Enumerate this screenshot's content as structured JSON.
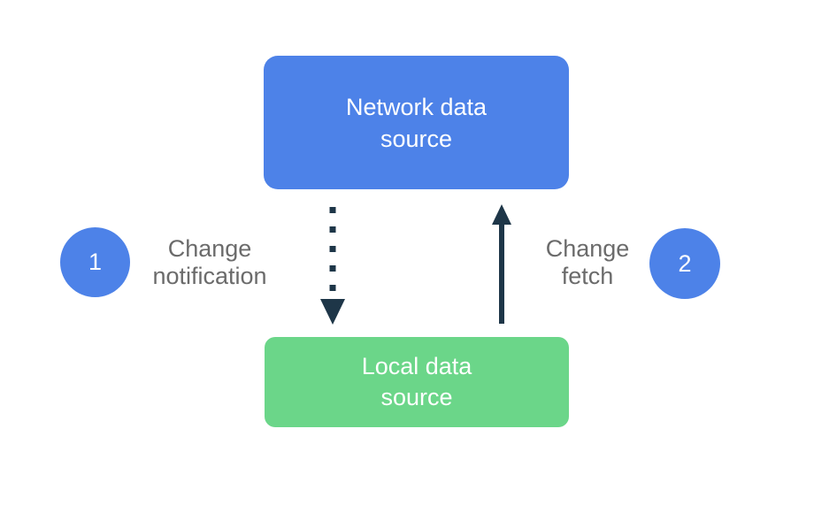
{
  "diagram": {
    "boxes": {
      "network": {
        "label": "Network data\nsource",
        "color": "#4d82e8",
        "text_color": "#ffffff"
      },
      "local": {
        "label": "Local data\nsource",
        "color": "#6bd689",
        "text_color": "#ffffff"
      }
    },
    "steps": [
      {
        "number": "1",
        "label": "Change\nnotification",
        "badge_color": "#4d82e8"
      },
      {
        "number": "2",
        "label": "Change\nfetch",
        "badge_color": "#4d82e8"
      }
    ],
    "arrows": [
      {
        "name": "change-notification-arrow",
        "style": "dotted",
        "direction": "down",
        "from": "Network data source",
        "to": "Local data source",
        "color": "#1e3648"
      },
      {
        "name": "change-fetch-arrow",
        "style": "solid",
        "direction": "up",
        "from": "Local data source",
        "to": "Network data source",
        "color": "#1e3648"
      }
    ],
    "colors": {
      "background": "#ffffff",
      "label_text": "#6b6b6b"
    }
  }
}
